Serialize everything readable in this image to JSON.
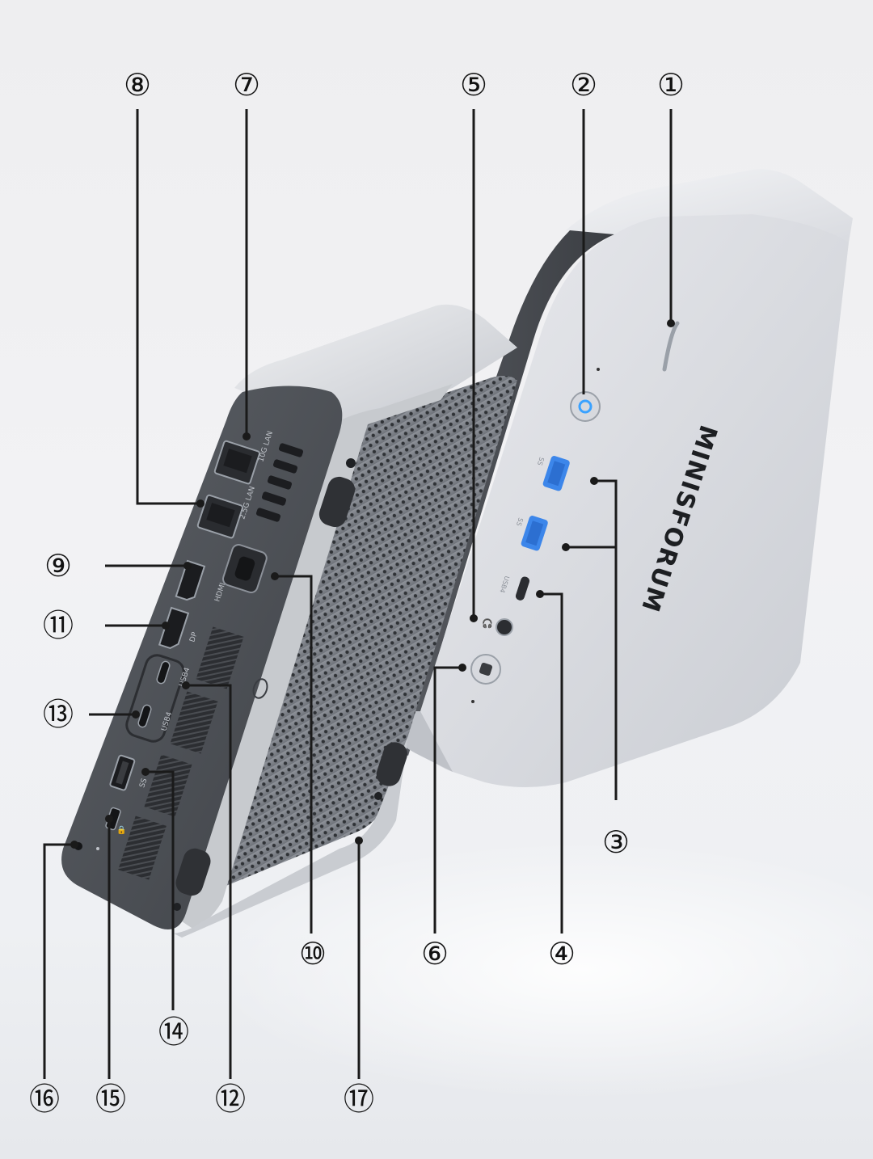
{
  "brand": {
    "logo_text": "MINISFORUM"
  },
  "port_labels": {
    "usb_a_top": "SS",
    "usb_a_bottom": "SS",
    "usb_c_front": "USB4",
    "lan_top": "10G LAN",
    "lan_bottom": "2.5G LAN",
    "hdmi": "HDMI",
    "dp": "DP",
    "usb_c_rear_top": "USB4",
    "usb_c_rear_bottom": "USB4",
    "usb_a_rear": "SS"
  },
  "callouts": [
    "①",
    "②",
    "③",
    "④",
    "⑤",
    "⑥",
    "⑦",
    "⑧",
    "⑨",
    "⑩",
    "⑪",
    "⑫",
    "⑬",
    "⑭",
    "⑮",
    "⑯",
    "⑰"
  ],
  "colors": {
    "chassis_silver": "#e3e5e8",
    "rear_panel": "#4f5257",
    "usb_blue": "#3c86ea",
    "power_led": "#3aa2ff"
  }
}
